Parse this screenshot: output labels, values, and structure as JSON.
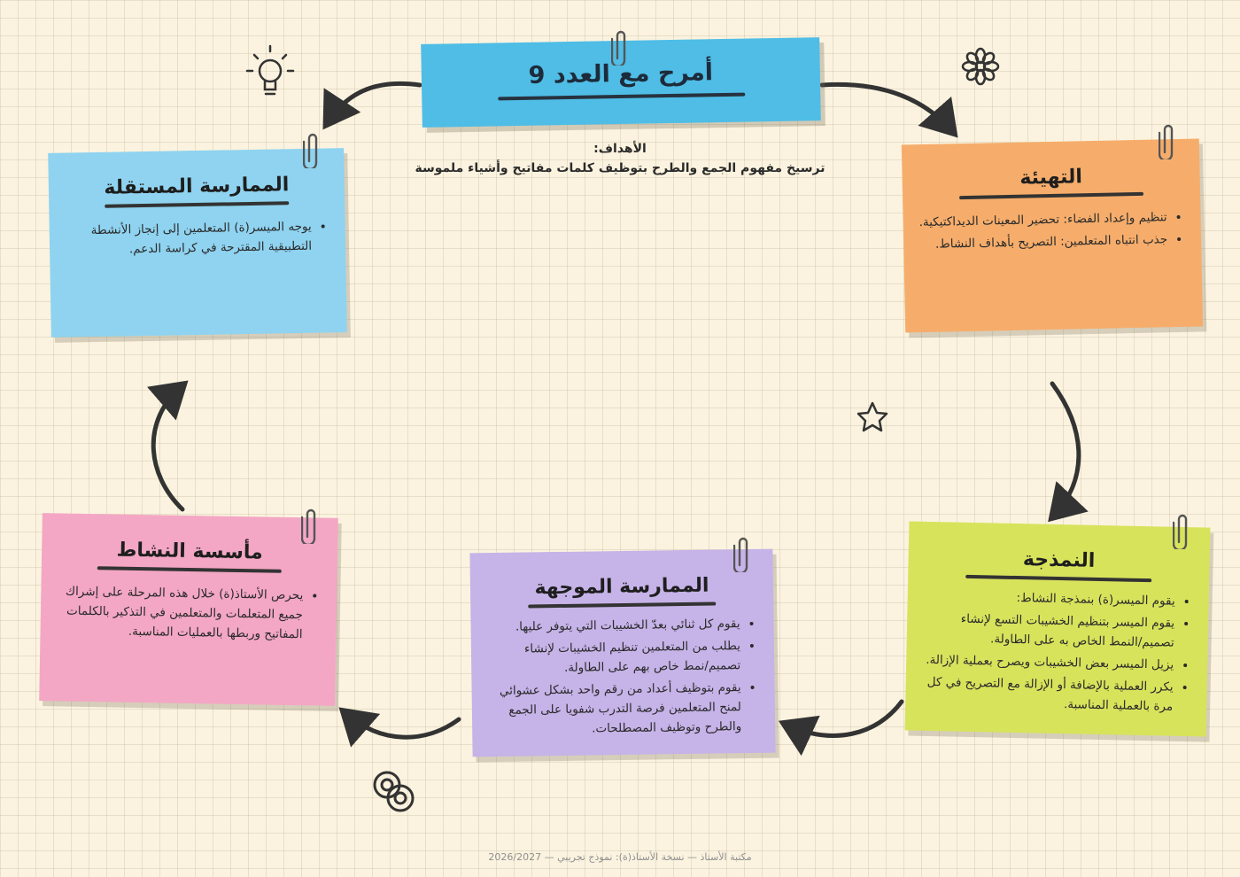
{
  "title": "أمرح مع العدد 9",
  "goals": {
    "label": "الأهداف:",
    "text": "ترسيخ مفهوم الجمع والطرح بتوظيف كلمات مفاتيح وأشياء ملموسة"
  },
  "stages": {
    "tahyia": {
      "title": "التهيئة",
      "items": [
        "تنظيم وإعداد الفضاء: تحضير المعينات الديداكتيكية.",
        "جذب انتباه المتعلمين: التصريح بأهداف النشاط."
      ],
      "color": "#f6ad6b"
    },
    "namdaja": {
      "title": "النمذجة",
      "items": [
        "يقوم الميسر(ة) بنمذجة النشاط:",
        "يقوم الميسر بتنظيم الخشيبات التسع لإنشاء تصميم/النمط الخاص به على الطاولة.",
        "يزيل الميسر بعض الخشيبات ويصرح بعملية الإزالة.",
        "يكرر العملية بالإضافة أو الإزالة مع التصريح في كل مرة بالعملية المناسبة."
      ],
      "color": "#d8e35c"
    },
    "muwajjaha": {
      "title": "الممارسة الموجهة",
      "items": [
        "يقوم كل ثنائي بعدّ الخشيبات التي يتوفر عليها.",
        "يطلب من المتعلمين تنظيم الخشيبات لإنشاء تصميم/نمط خاص بهم على الطاولة.",
        "يقوم بتوظيف أعداد من رقم واحد بشكل عشوائي لمنح المتعلمين فرصة التدرب شفويا على الجمع والطرح وتوظيف المصطلحات."
      ],
      "color": "#c6b3e8"
    },
    "maasasa": {
      "title": "مأسسة النشاط",
      "items": [
        "يحرص الأستاذ(ة) خلال هذه المرحلة على إشراك جميع المتعلمات والمتعلمين في التذكير بالكلمات المفاتيح وربطها بالعمليات المناسبة."
      ],
      "color": "#f3a7c4"
    },
    "mustaqilla": {
      "title": "الممارسة المستقلة",
      "items": [
        "يوجه الميسر(ة) المتعلمين إلى إنجاز الأنشطة التطبيقية المقترحة في كراسة الدعم."
      ],
      "color": "#8fd3f0"
    }
  },
  "title_color": "#4fbde6",
  "footer": "مكتبة الأستاذ — نسخة الأستاذ(ة): نموذج تجريبي — 2026/2027",
  "decorations": [
    "lightbulb-icon",
    "flower-icon",
    "star-icon",
    "link-icon",
    "paperclip-icon"
  ]
}
